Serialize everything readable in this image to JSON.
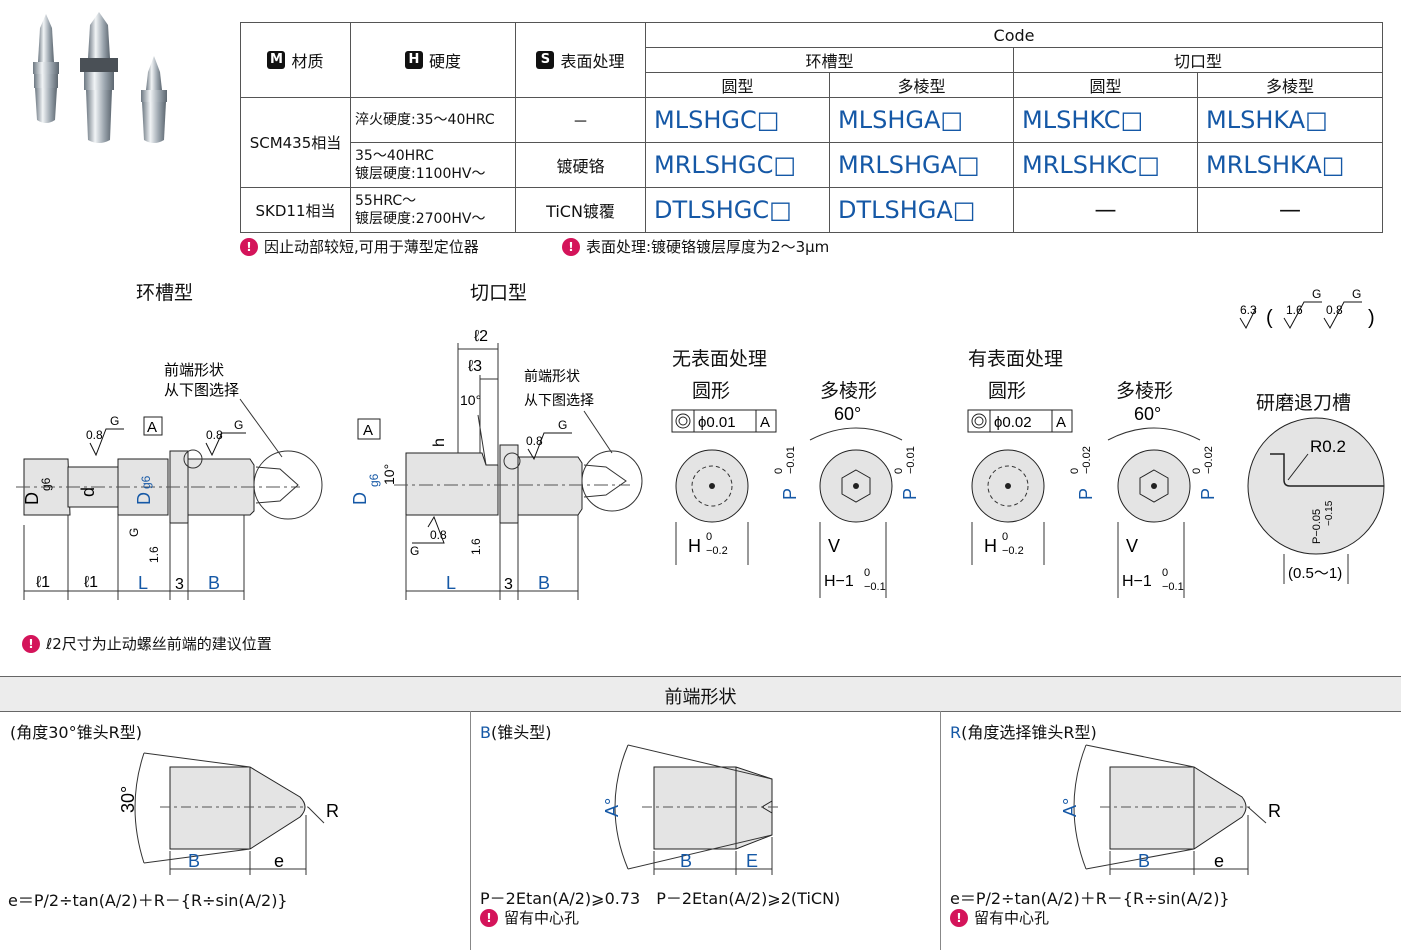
{
  "table": {
    "headers": {
      "material": {
        "tag": "M",
        "label": "材质"
      },
      "hardness": {
        "tag": "H",
        "label": "硬度"
      },
      "surface": {
        "tag": "S",
        "label": "表面处理"
      },
      "code": "Code",
      "groove": "环槽型",
      "cut": "切口型",
      "round": "圆型",
      "poly": "多棱型"
    },
    "rows": [
      {
        "material": "SCM435相当",
        "hardness": "淬火硬度:35～40HRC",
        "surface": "－",
        "codes": [
          "MLSHGC□",
          "MLSHGA□",
          "MLSHKC□",
          "MLSHKA□"
        ]
      },
      {
        "hardness1": "35～40HRC",
        "hardness2": "镀层硬度:1100HV～",
        "surface": "镀硬铬",
        "codes": [
          "MRLSHGC□",
          "MRLSHGA□",
          "MRLSHKC□",
          "MRLSHKA□"
        ]
      },
      {
        "material": "SKD11相当",
        "hardness1": "55HRC～",
        "hardness2": "镀层硬度:2700HV～",
        "surface": "TiCN镀覆",
        "codes": [
          "DTLSHGC□",
          "DTLSHGA□",
          "—",
          "—"
        ]
      }
    ]
  },
  "notes": {
    "n1": "因止动部较短,可用于薄型定位器",
    "n2": "表面处理:镀硬铬镀层厚度为2～3μm",
    "n3": "ℓ2尺寸为止动螺丝前端的建议位置",
    "bulb": "!"
  },
  "drawings": {
    "groove_title": "环槽型",
    "cut_title": "切口型",
    "roughness": {
      "main": "6.3",
      "a": "1.6",
      "b": "0.8",
      "g": "G"
    },
    "front_shape": "前端形状",
    "from_below": "从下图选择",
    "no_surface": "无表面处理",
    "with_surface": "有表面处理",
    "round": "圆形",
    "poly": "多棱形",
    "deg60": "60°",
    "grind": "研磨退刀槽",
    "r02": "R0.2",
    "tol1": "ϕ0.01",
    "tol2": "ϕ0.02",
    "datum": "A",
    "range": "(0.5～1)",
    "labels": {
      "l1": "ℓ1",
      "l2": "ℓ2",
      "l3": "ℓ3",
      "L": "L",
      "B": "B",
      "three": "3",
      "D": "D",
      "g6": "g6",
      "d": "d",
      "h": "h",
      "ten": "10°",
      "H": "H",
      "P": "P",
      "V": "V",
      "zero": "0",
      "m02": "−0.2",
      "m001": "−0.01",
      "m002": "−0.02",
      "H1": "H−1",
      "m01": "−0.1",
      "p005": "P−0.05",
      "p015": "−0.15",
      "r08": "0.8",
      "r16": "1.6",
      "G": "G"
    }
  },
  "band_title": "前端形状",
  "panels": [
    {
      "title_prefix": "",
      "title": "(角度30°锥头R型)",
      "angle": "30°",
      "B": "B",
      "e": "e",
      "R": "R",
      "formula": "e＝P/2÷tan(A/2)＋R－{R÷sin(A/2)}"
    },
    {
      "title_prefix": "B",
      "title": "(锥头型)",
      "angle": "A°",
      "B": "B",
      "E": "E",
      "formula": "P－2Etan(A/2)⩾0.73　P－2Etan(A/2)⩾2(TiCN)",
      "note": "留有中心孔"
    },
    {
      "title_prefix": "R",
      "title": "(角度选择锥头R型)",
      "angle": "A°",
      "B": "B",
      "e": "e",
      "R": "R",
      "formula": "e＝P/2÷tan(A/2)＋R－{R÷sin(A/2)}",
      "note": "留有中心孔"
    }
  ]
}
